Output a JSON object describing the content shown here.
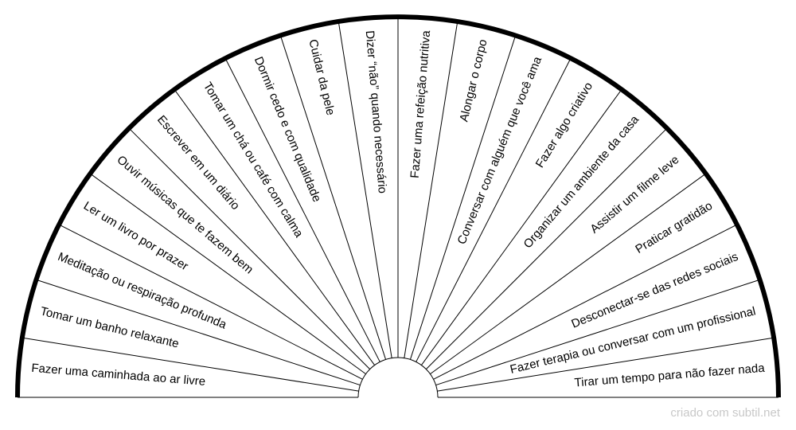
{
  "chart": {
    "items": [
      "Fazer uma caminhada ao ar livre",
      "Tomar um banho relaxante",
      "Meditação ou respiração profunda",
      "Ler um livro por prazer",
      "Ouvir músicas que te fazem bem",
      "Escrever em um diário",
      "Tomar um chá ou café com calma",
      "Dormir cedo e com qualidade",
      "Cuidar da pele",
      "Dizer “não” quando necessário",
      "Fazer uma refeição nutritiva",
      "Alongar o corpo",
      "Conversar com alguém que você ama",
      "Fazer algo criativo",
      "Organizar um ambiente da casa",
      "Assistir um filme leve",
      "Praticar gratidão",
      "Desconectar-se das redes sociais",
      "Fazer terapia ou conversar com um profissional",
      "Tirar um tempo para não fazer nada"
    ]
  },
  "footer": {
    "credit": "criado com subtil.net"
  },
  "colors": {
    "line": "#000000",
    "background": "#ffffff",
    "credit": "#c8c8c8"
  }
}
